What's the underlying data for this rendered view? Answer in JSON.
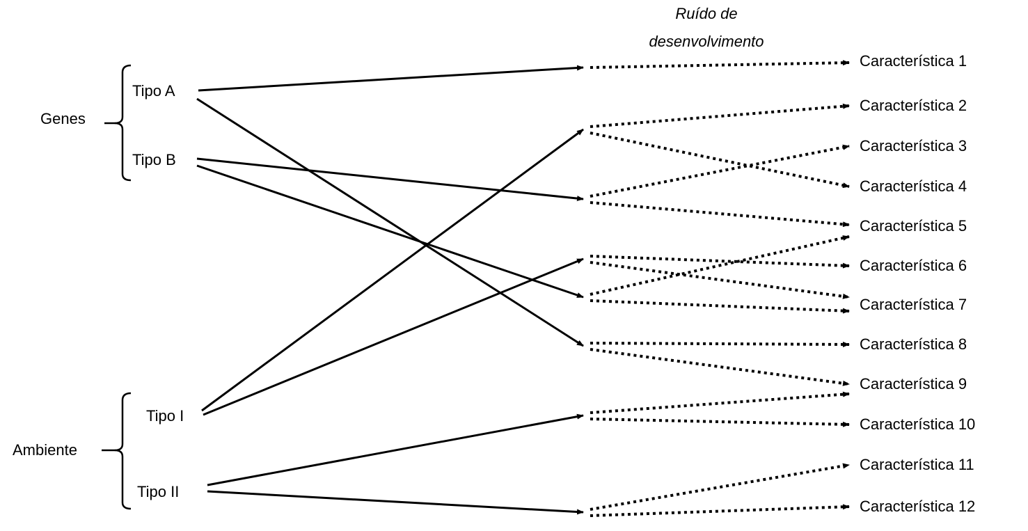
{
  "title": {
    "line1": "Ruído de",
    "line2": "desenvolvimento"
  },
  "groups": [
    {
      "id": "genes",
      "label": "Genes",
      "members": [
        "tipo_a",
        "tipo_b"
      ]
    },
    {
      "id": "ambiente",
      "label": "Ambiente",
      "members": [
        "tipo_i",
        "tipo_ii"
      ]
    }
  ],
  "sources": {
    "tipo_a": "Tipo A",
    "tipo_b": "Tipo B",
    "tipo_i": "Tipo I",
    "tipo_ii": "Tipo II"
  },
  "traits": [
    "Característica 1",
    "Característica 2",
    "Característica 3",
    "Característica 4",
    "Característica 5",
    "Característica 6",
    "Característica 7",
    "Característica 8",
    "Característica 9",
    "Característica 10",
    "Característica 11",
    "Característica 12"
  ],
  "edges": [
    {
      "from": "tipo_a",
      "noise_node": 1,
      "traits": [
        1
      ]
    },
    {
      "from": "tipo_a",
      "noise_node": 6,
      "traits": [
        8,
        9
      ]
    },
    {
      "from": "tipo_b",
      "noise_node": 3,
      "traits": [
        3,
        5
      ]
    },
    {
      "from": "tipo_b",
      "noise_node": 5,
      "traits": [
        5,
        7
      ]
    },
    {
      "from": "tipo_i",
      "noise_node": 2,
      "traits": [
        2,
        4
      ]
    },
    {
      "from": "tipo_i",
      "noise_node": 4,
      "traits": [
        6,
        7
      ]
    },
    {
      "from": "tipo_ii",
      "noise_node": 7,
      "traits": [
        9,
        10
      ]
    },
    {
      "from": "tipo_ii",
      "noise_node": 8,
      "traits": [
        11,
        12
      ]
    }
  ]
}
